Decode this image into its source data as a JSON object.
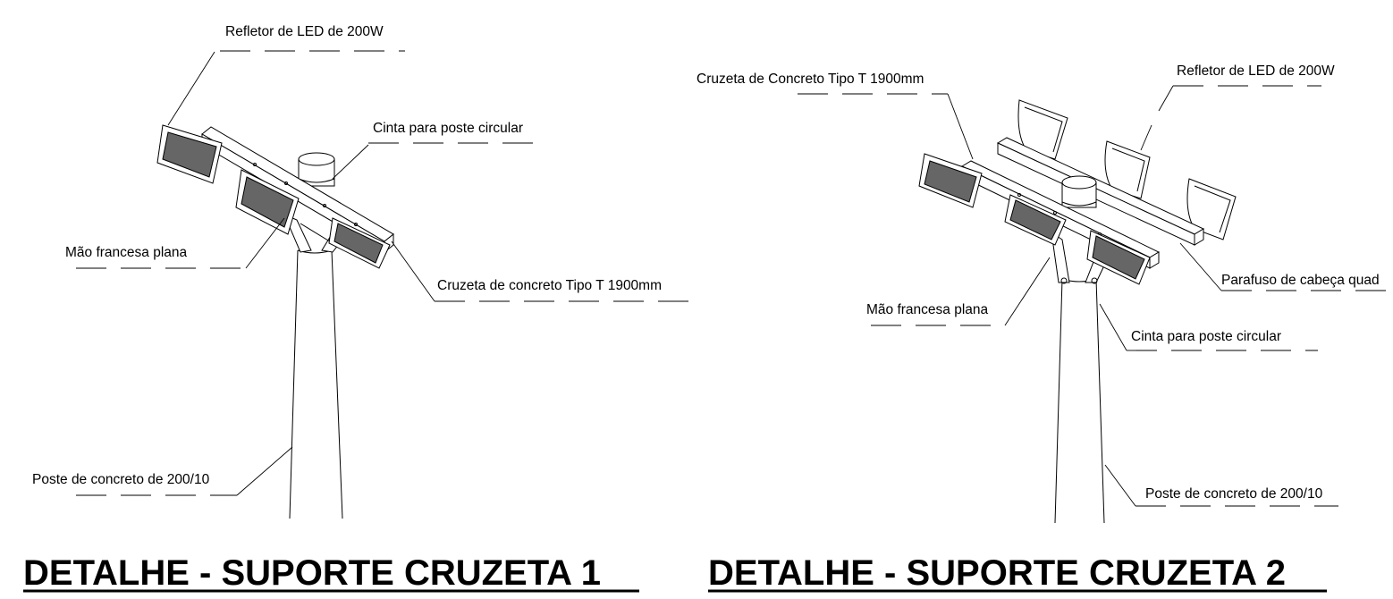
{
  "detail_1": {
    "title": "DETALHE - SUPORTE CRUZETA 1",
    "labels": {
      "refletor": "Refletor de LED de 200W",
      "cinta": "Cinta para poste circular",
      "mao_francesa": "Mão francesa plana",
      "cruzeta": "Cruzeta de concreto Tipo T 1900mm",
      "poste": "Poste de concreto de 200/10"
    }
  },
  "detail_2": {
    "title": "DETALHE - SUPORTE CRUZETA 2",
    "labels": {
      "cruzeta": "Cruzeta de Concreto Tipo T 1900mm",
      "refletor": "Refletor de LED de 200W",
      "parafuso": "Parafuso de cabeça quad",
      "mao_francesa": "Mão francesa plana",
      "cinta": "Cinta para poste circular",
      "poste": "Poste de concreto de 200/10"
    }
  }
}
